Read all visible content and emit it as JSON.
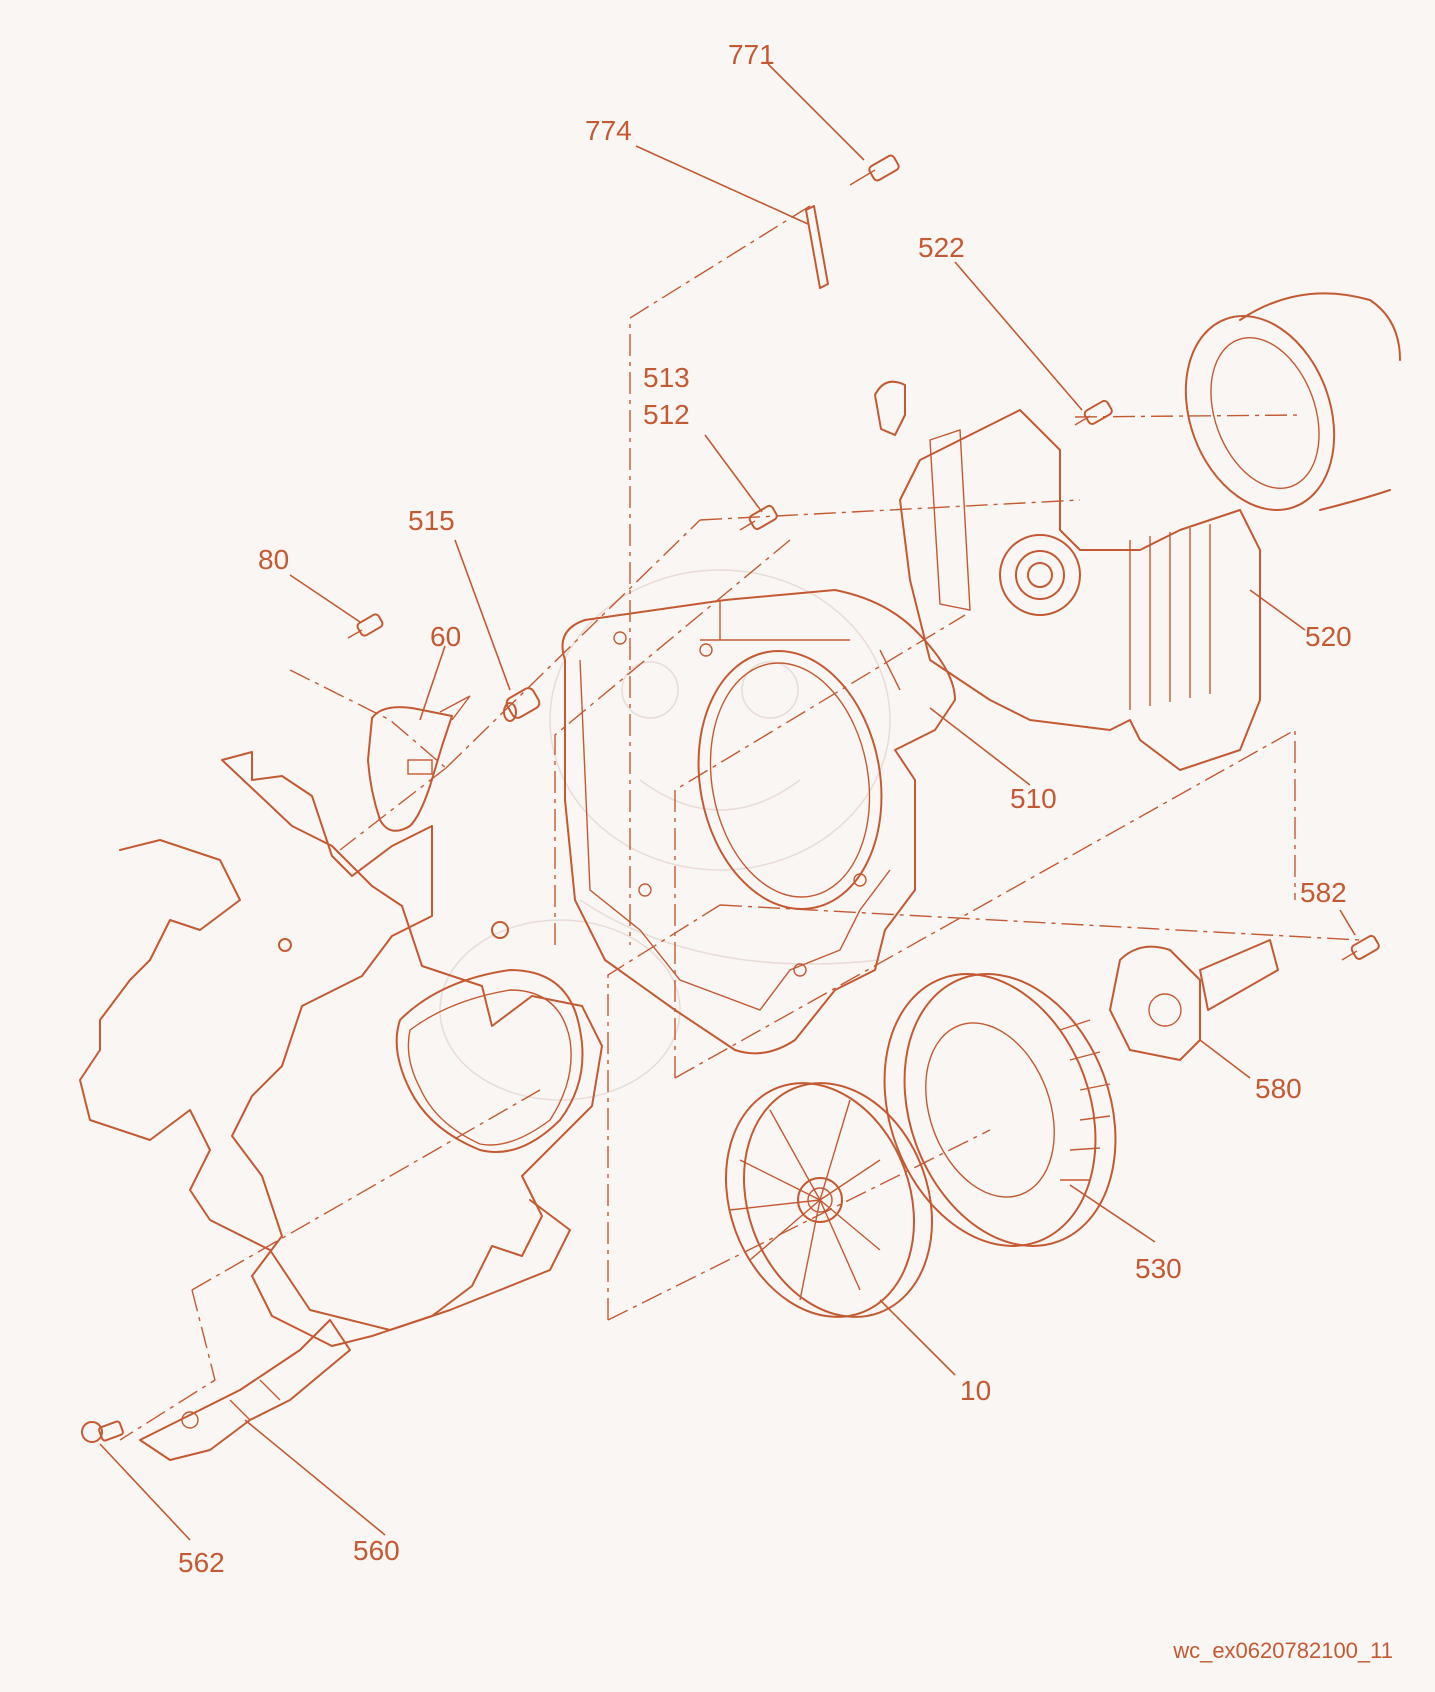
{
  "colors": {
    "ink": "#c45a33",
    "background": "#f9f6f4",
    "watermark": "#e9dcd6"
  },
  "diagram": {
    "callouts": [
      {
        "id": "771",
        "text": "771"
      },
      {
        "id": "774",
        "text": "774"
      },
      {
        "id": "522",
        "text": "522"
      },
      {
        "id": "513",
        "text": "513"
      },
      {
        "id": "512",
        "text": "512"
      },
      {
        "id": "515",
        "text": "515"
      },
      {
        "id": "80",
        "text": "80"
      },
      {
        "id": "60",
        "text": "60"
      },
      {
        "id": "520",
        "text": "520"
      },
      {
        "id": "510",
        "text": "510"
      },
      {
        "id": "582",
        "text": "582"
      },
      {
        "id": "580",
        "text": "580"
      },
      {
        "id": "530",
        "text": "530"
      },
      {
        "id": "10",
        "text": "10"
      },
      {
        "id": "560",
        "text": "560"
      },
      {
        "id": "562",
        "text": "562"
      }
    ],
    "reference_code": "wc_ex0620782100_11"
  }
}
